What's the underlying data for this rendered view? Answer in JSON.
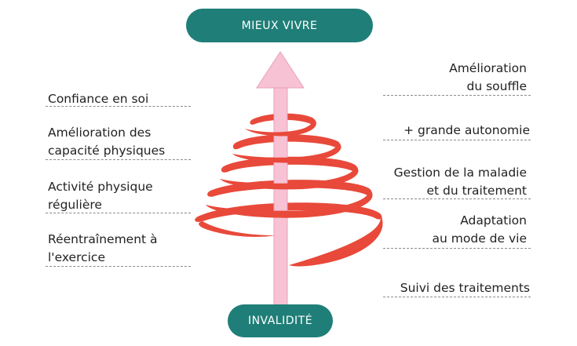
{
  "top_pill": {
    "text": "MIEUX VIVRE"
  },
  "bottom_pill": {
    "text": "INVALIDITÉ"
  },
  "left_labels": [
    {
      "lines": [
        "Confiance en soi"
      ]
    },
    {
      "lines": [
        "Amélioration des",
        "capacité physiques"
      ]
    },
    {
      "lines": [
        "Activité physique",
        "régulière"
      ]
    },
    {
      "lines": [
        "Réentraînement à",
        "l'exercice"
      ]
    }
  ],
  "right_labels": [
    {
      "lines": [
        "Amélioration",
        "du souffle"
      ]
    },
    {
      "lines": [
        "+ grande autonomie"
      ]
    },
    {
      "lines": [
        "Gestion de la maladie",
        "et du traitement"
      ]
    },
    {
      "lines": [
        "Adaptation",
        "au mode de vie"
      ]
    },
    {
      "lines": [
        "Suivi des traitements"
      ]
    }
  ],
  "colors": {
    "pill": "#1f7f78",
    "spiral": "#e8493a",
    "arrow": "#f7c2d4",
    "arrow_outline": "#e8a0bb"
  }
}
